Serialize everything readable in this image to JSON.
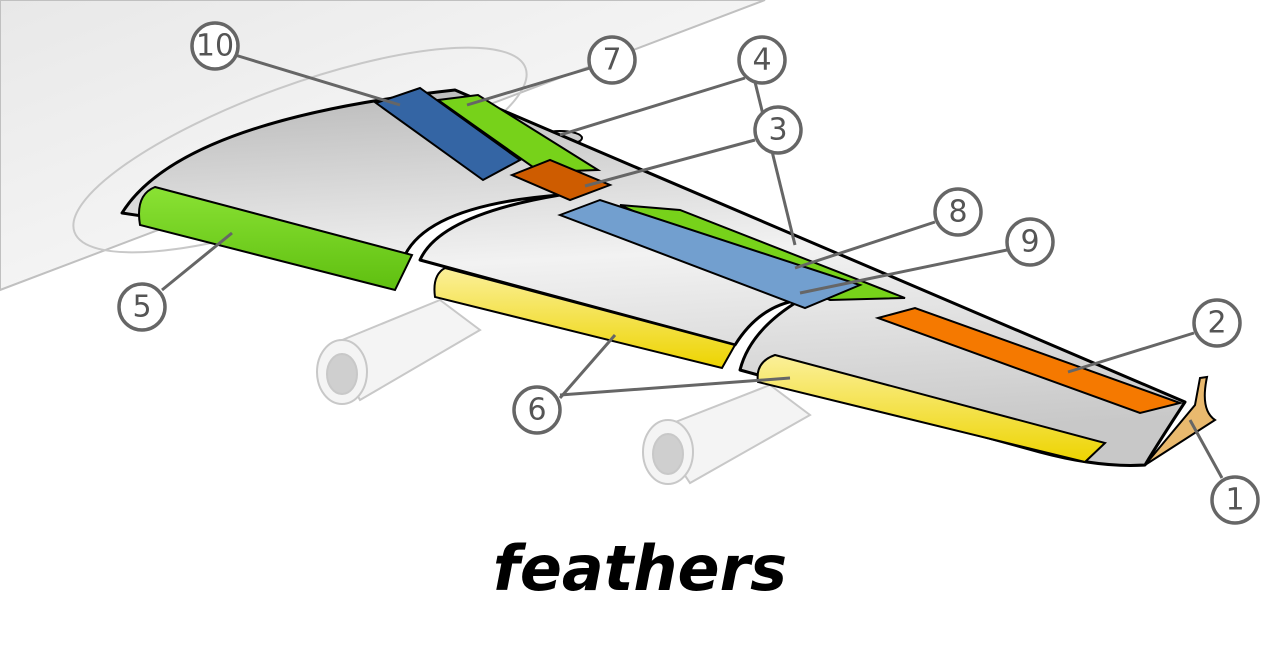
{
  "caption": "feathers",
  "labels": {
    "l1": "1",
    "l2": "2",
    "l3": "3",
    "l4": "4",
    "l5": "5",
    "l6": "6",
    "l7": "7",
    "l8": "8",
    "l9": "9",
    "l10": "10"
  },
  "colors": {
    "green": "#77d21a",
    "yellow": "#f5e03a",
    "orange": "#f57900",
    "dark_orange": "#ce5c00",
    "blue": "#3465a4",
    "light_blue": "#729fcf",
    "tan": "#e9b96e",
    "wing": "#dcdcdc"
  }
}
